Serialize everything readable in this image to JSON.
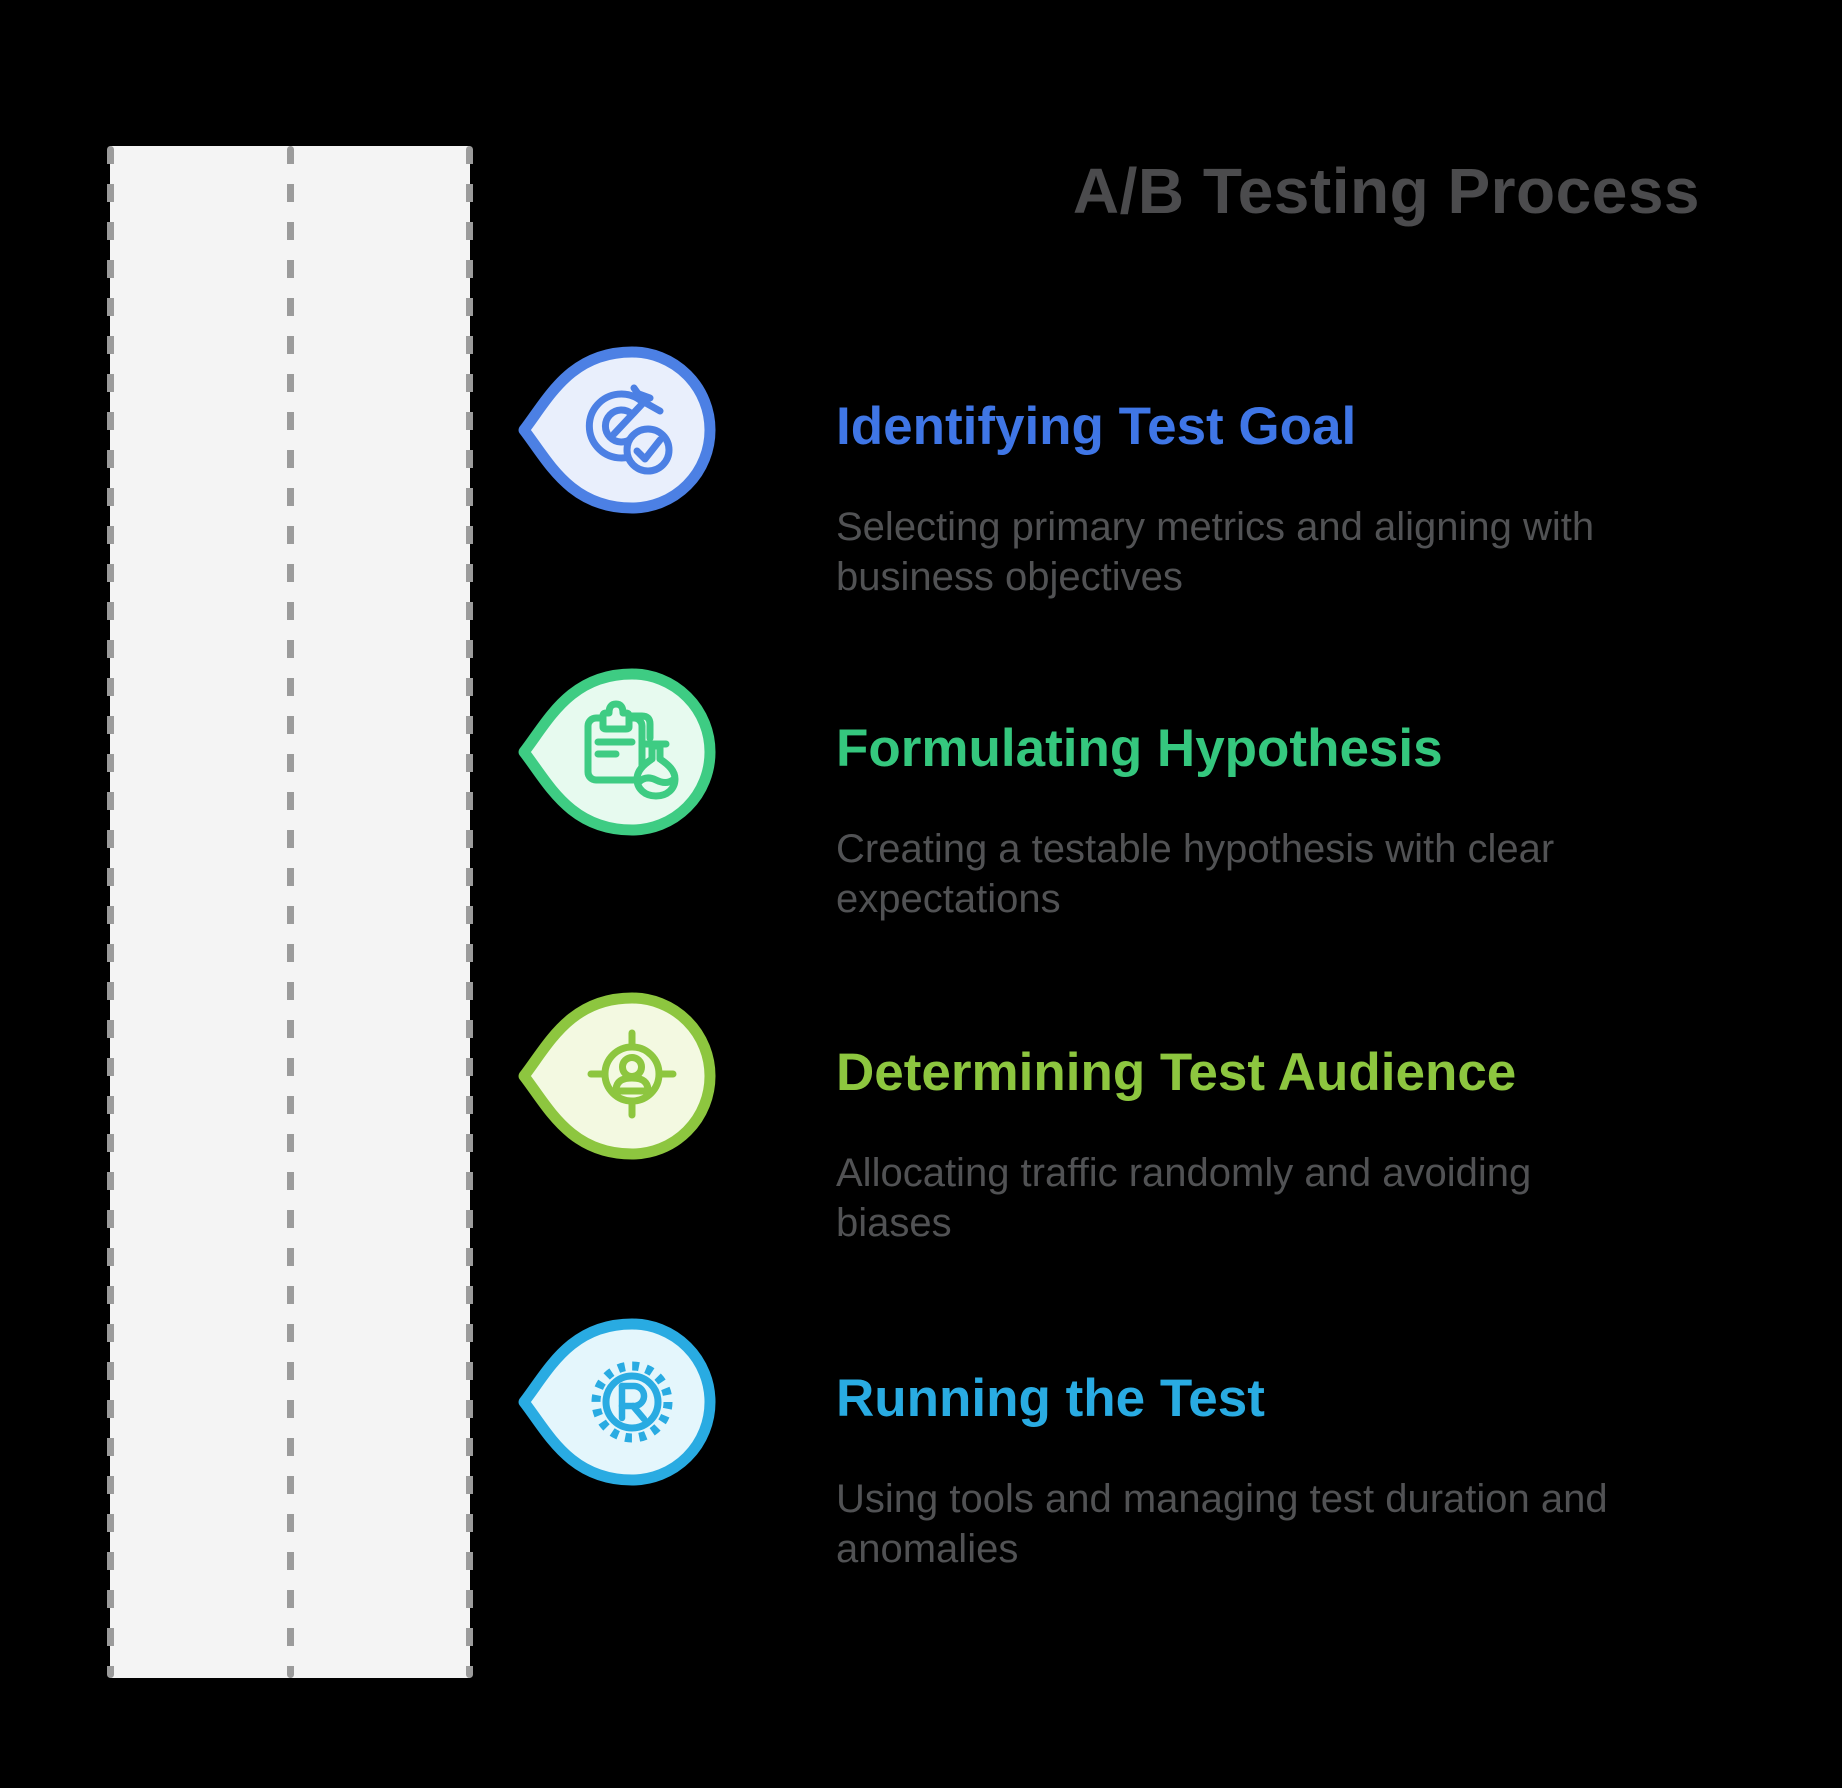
{
  "background_color": "#000000",
  "title": {
    "text": "A/B Testing Process",
    "color": "#4B4B4D"
  },
  "track": {
    "fill": "#F4F4F4",
    "dash_color": "#9B9B9B"
  },
  "description_color": "#515254",
  "steps": [
    {
      "heading": "Identifying Test Goal",
      "description": "Selecting primary metrics and aligning with\nbusiness objectives",
      "accent": "#3F76E6",
      "icon": "target-arrow-check-icon",
      "pod_fill": "#E9EFFC",
      "pod_stroke": "#4C80E4"
    },
    {
      "heading": "Formulating Hypothesis",
      "description": "Creating a testable hypothesis with clear\nexpectations",
      "accent": "#35C77E",
      "icon": "clipboard-flask-icon",
      "pod_fill": "#E7FAEF",
      "pod_stroke": "#3ECC83"
    },
    {
      "heading": "Determining Test Audience",
      "description": "Allocating traffic randomly and avoiding\nbiases",
      "accent": "#8DC63F",
      "icon": "person-crosshair-icon",
      "pod_fill": "#F3F9E1",
      "pod_stroke": "#8DC63F"
    },
    {
      "heading": "Running the Test",
      "description": "Using tools and managing test duration and\nanomalies",
      "accent": "#29ABE2",
      "icon": "gear-r-icon",
      "pod_fill": "#E4F6FC",
      "pod_stroke": "#29ABE2"
    }
  ]
}
